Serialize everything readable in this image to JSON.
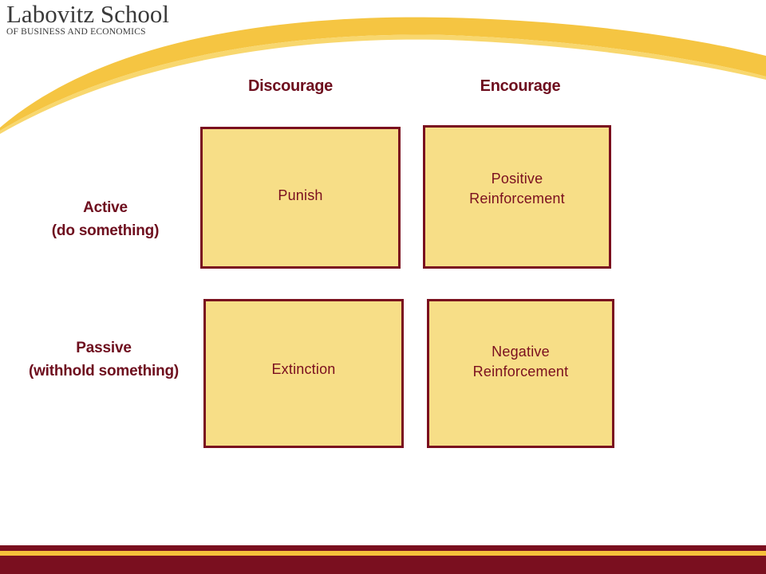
{
  "logo": {
    "name": "Labovitz School",
    "subtitle": "OF BUSINESS AND ECONOMICS"
  },
  "columns": {
    "discourage": "Discourage",
    "encourage": "Encourage"
  },
  "rows": {
    "active": {
      "line1": "Active",
      "line2": "(do something)"
    },
    "passive": {
      "line1": "Passive",
      "line2": "(withhold something)"
    }
  },
  "cells": {
    "punish": "Punish",
    "positive_reinforcement": "Positive Reinforcement",
    "extinction": "Extinction",
    "negative_reinforcement": "Negative Reinforcement"
  },
  "colors": {
    "maroon": "#7a0f1f",
    "gold": "#f5c13a",
    "box_fill": "#f7de87"
  }
}
